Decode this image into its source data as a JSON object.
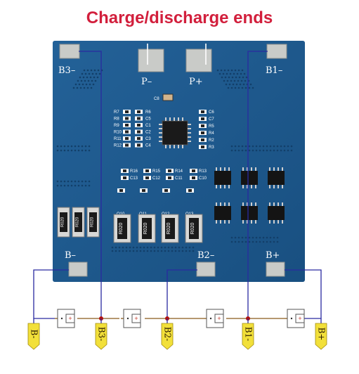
{
  "title": "Charge/discharge ends",
  "board": {
    "pads": {
      "b3_minus": "B3–",
      "p_minus": "P–",
      "p_plus": "P+",
      "b1_minus": "B1–",
      "b_minus": "B–",
      "b2_minus": "B2–",
      "b_plus": "B+"
    },
    "mosfets": [
      "R020",
      "R020",
      "R020",
      "R020"
    ],
    "shunts": [
      "R020",
      "R020",
      "R020"
    ],
    "cap_label": "C8",
    "resistors_left": [
      "R7",
      "R8",
      "R9",
      "R10",
      "R11",
      "R12"
    ],
    "resistors_mid_left": [
      "R6",
      "C5",
      "C1",
      "C2",
      "C3",
      "C4"
    ],
    "resistors_right": [
      "C6",
      "C7",
      "R5",
      "R4",
      "R2",
      "R3"
    ],
    "lower_labels": [
      "R16",
      "C13",
      "R15",
      "C12",
      "R14",
      "C11",
      "R13",
      "C10"
    ],
    "fet_labels": [
      "Q10",
      "Q11",
      "Q12",
      "Q13"
    ]
  },
  "cells": {
    "terminal_sign": "+",
    "labels": [
      "B-",
      "B3-",
      "B2-",
      "B1-",
      "B+"
    ]
  },
  "colors": {
    "title": "#d21f3c",
    "board": "#1f5a8f",
    "pad": "#c9cbc8",
    "wire_blue": "#2a2aa0",
    "wire_brown": "#8a5a1a",
    "node": "#b01010",
    "label_fill": "#f2e03a"
  }
}
